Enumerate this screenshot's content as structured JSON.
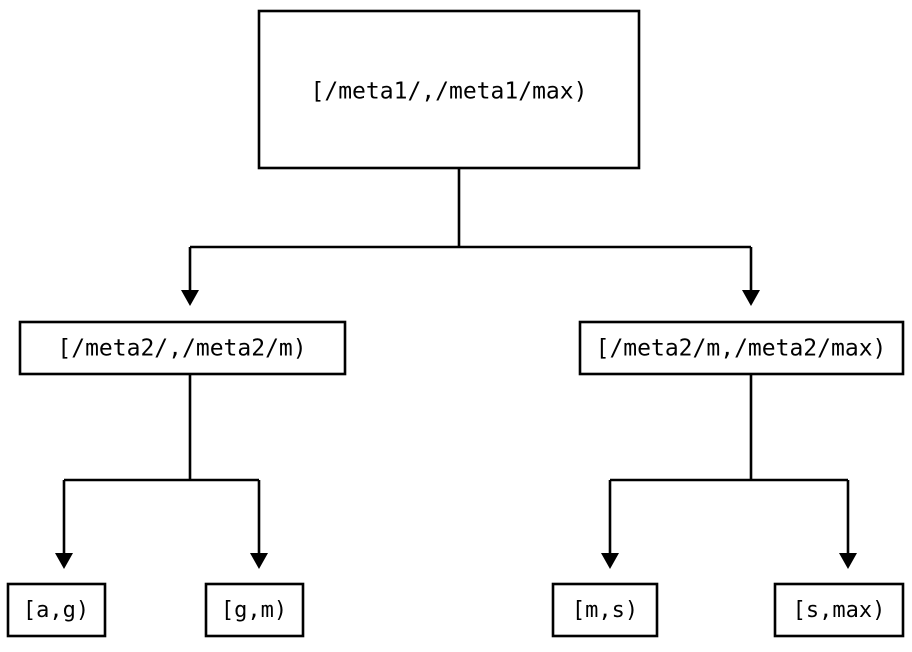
{
  "diagram": {
    "title": "range-partition-tree",
    "background_color": "#ffffff",
    "stroke_color": "#000000",
    "text_color": "#000000",
    "nodes": {
      "root": {
        "label": "[/meta1/,/meta1/max)",
        "level": 0
      },
      "level2": [
        {
          "id": "meta2-low",
          "label": "[/meta2/,/meta2/m)"
        },
        {
          "id": "meta2-high",
          "label": "[/meta2/m,/meta2/max)"
        }
      ],
      "leaves": [
        {
          "id": "leaf-a-g",
          "label": "[a,g)"
        },
        {
          "id": "leaf-g-m",
          "label": "[g,m)"
        },
        {
          "id": "leaf-m-s",
          "label": "[m,s)"
        },
        {
          "id": "leaf-s-max",
          "label": "[s,max)"
        }
      ]
    }
  }
}
